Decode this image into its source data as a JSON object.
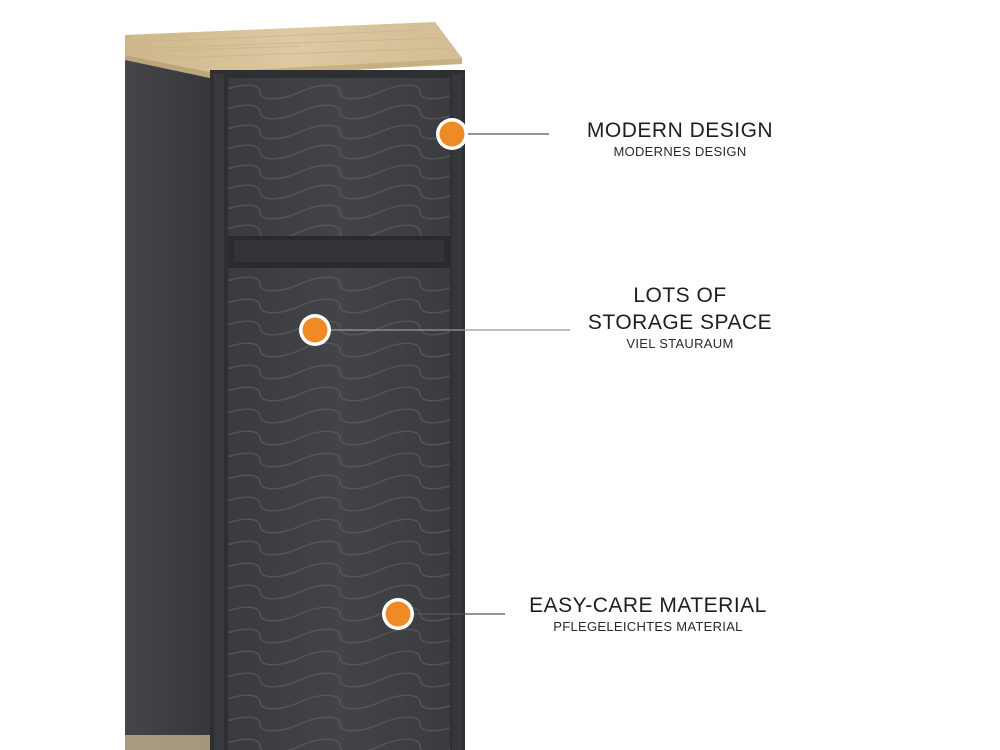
{
  "features": {
    "modern_design": {
      "title": "MODERN DESIGN",
      "subtitle": "MODERNES DESIGN"
    },
    "storage_space": {
      "title_line1": "LOTS OF",
      "title_line2": "STORAGE SPACE",
      "subtitle": "VIEL STAURAUM"
    },
    "easy_care": {
      "title": "EASY-CARE MATERIAL",
      "subtitle": "PFLEGELEICHTES MATERIAL"
    }
  },
  "colors": {
    "marker_fill": "#f08a24",
    "marker_ring": "#ffffff",
    "cabinet_body": "#3d3e41",
    "cabinet_side": "#2f3033",
    "wood_top": "#d9c49b",
    "leader_line": "#555555"
  }
}
